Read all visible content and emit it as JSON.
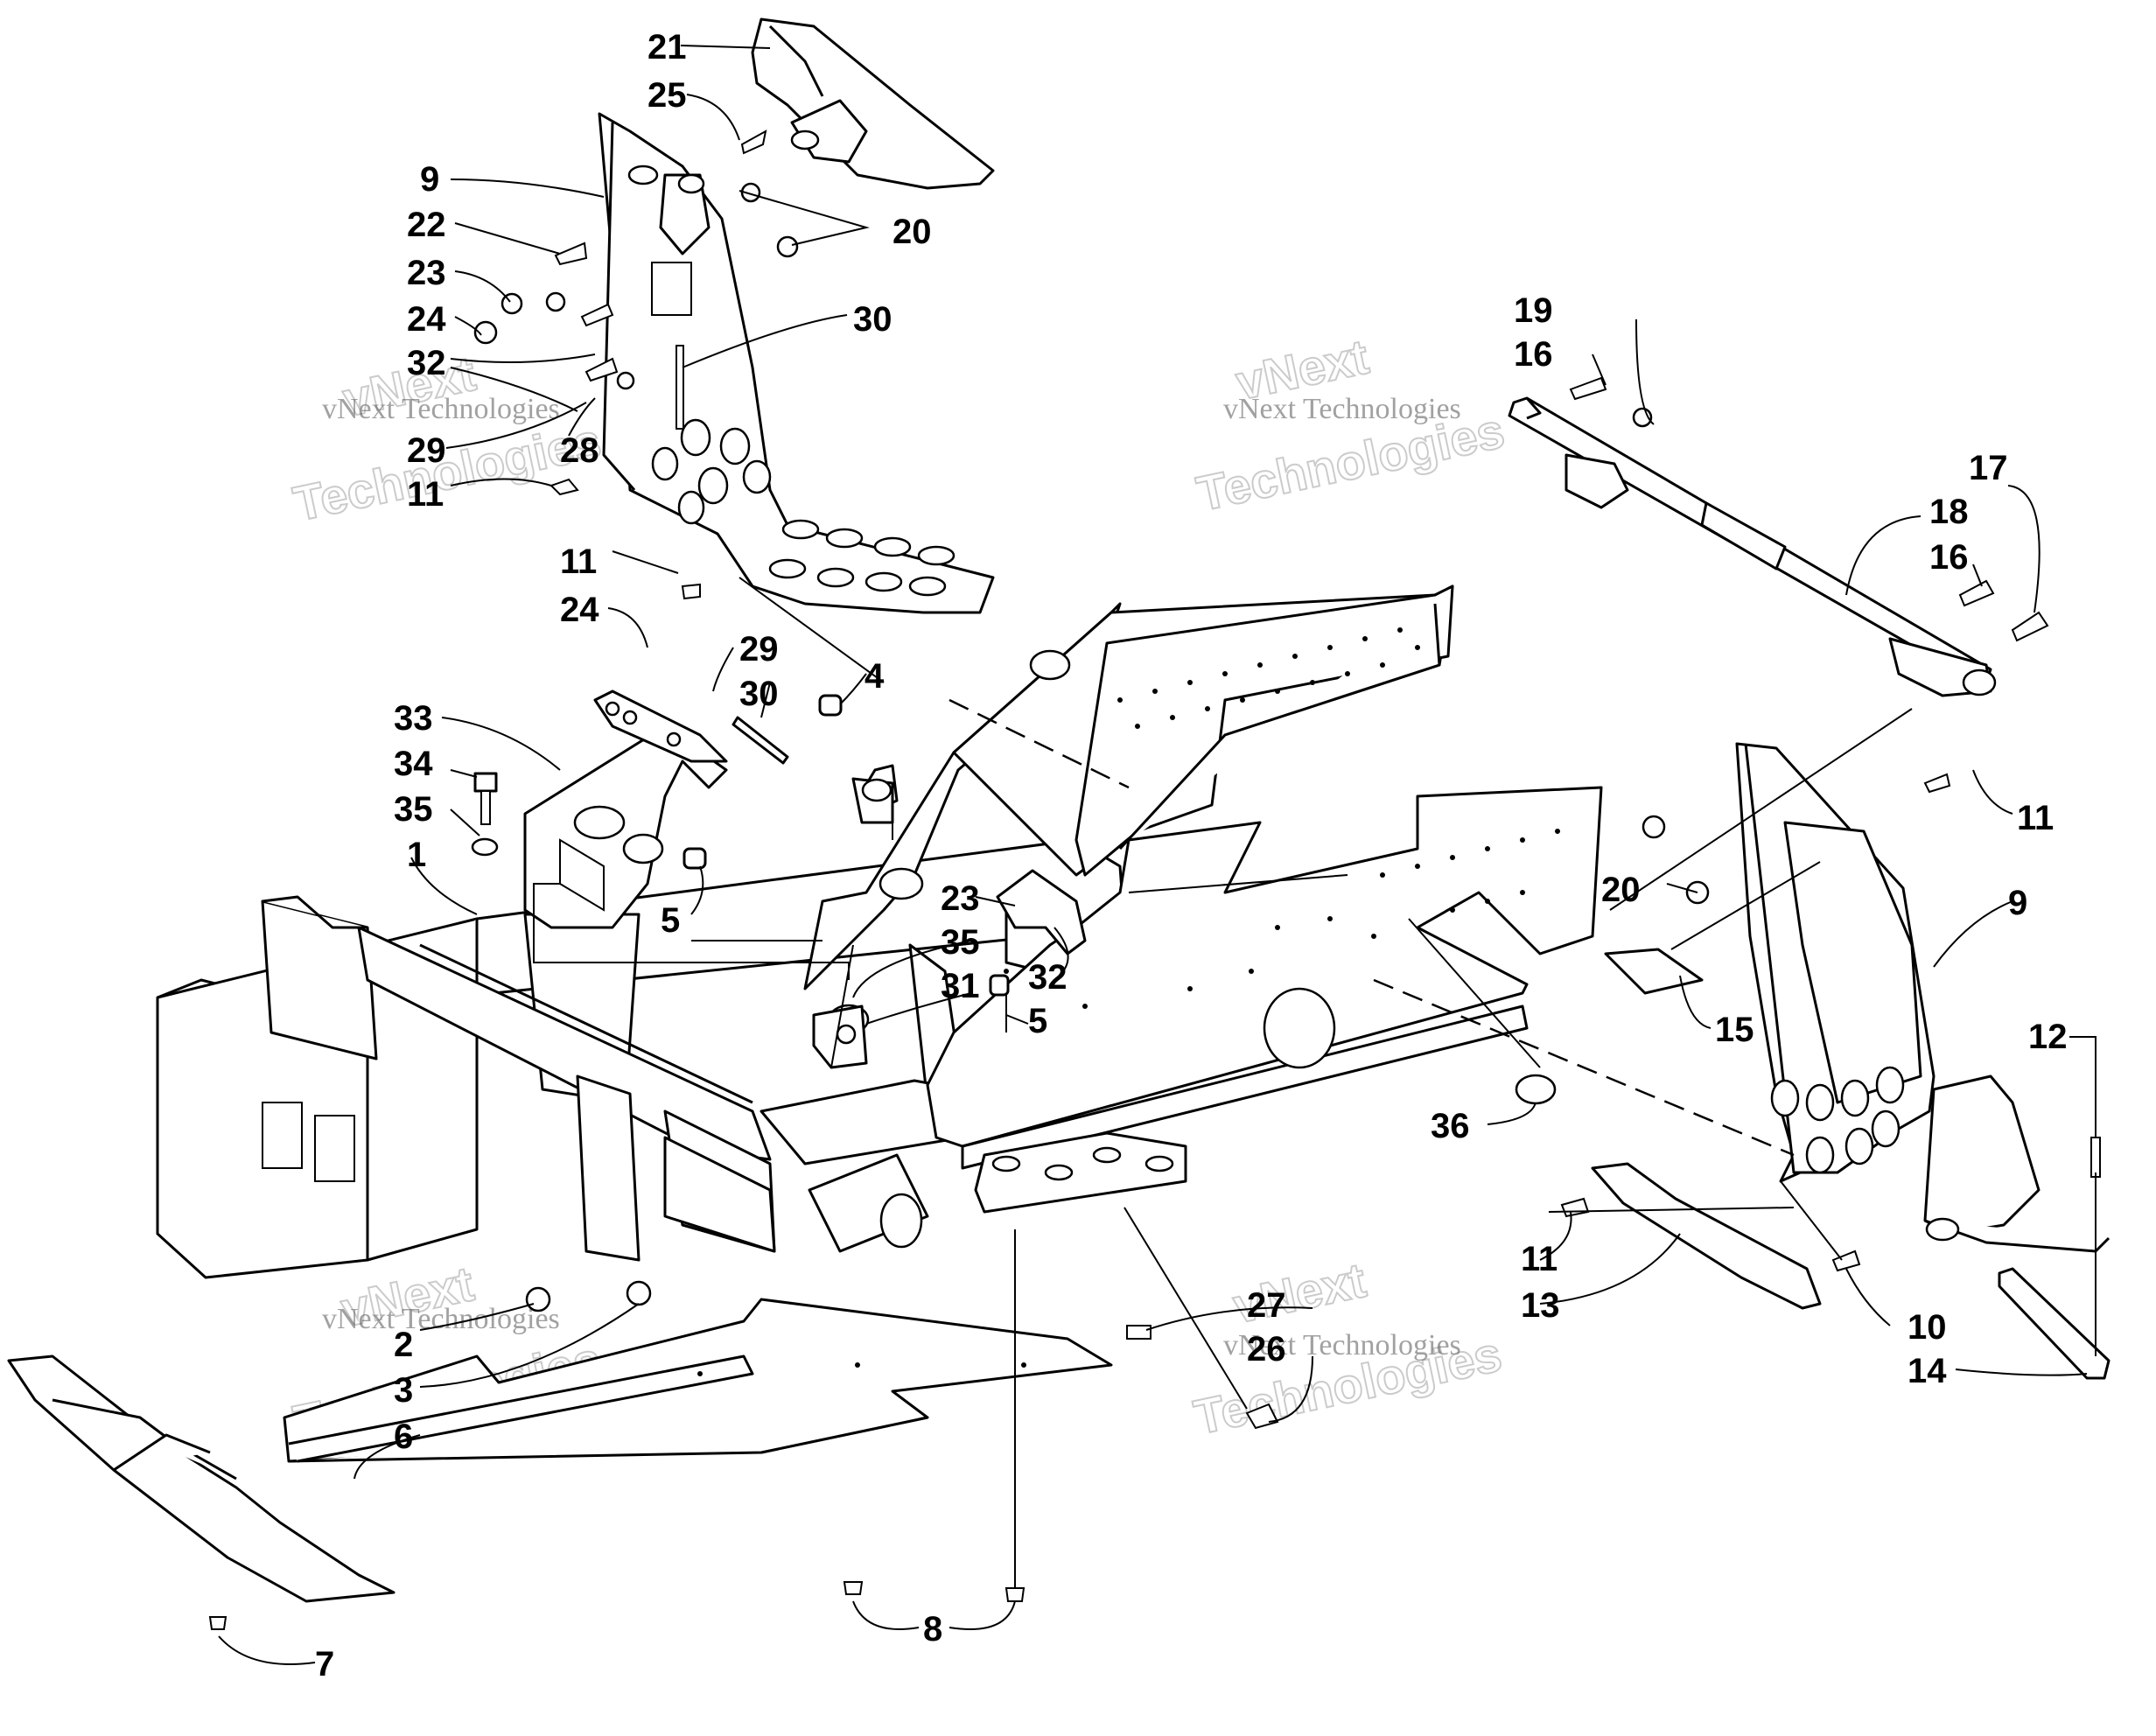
{
  "diagram": {
    "callouts": [
      {
        "id": "c21",
        "text": "21"
      },
      {
        "id": "c25",
        "text": "25"
      },
      {
        "id": "c9a",
        "text": "9"
      },
      {
        "id": "c22",
        "text": "22"
      },
      {
        "id": "c20a",
        "text": "20"
      },
      {
        "id": "c23a",
        "text": "23"
      },
      {
        "id": "c24a",
        "text": "24"
      },
      {
        "id": "c32a",
        "text": "32"
      },
      {
        "id": "c30a",
        "text": "30"
      },
      {
        "id": "c29a",
        "text": "29"
      },
      {
        "id": "c28",
        "text": "28"
      },
      {
        "id": "c11a",
        "text": "11"
      },
      {
        "id": "c11b",
        "text": "11"
      },
      {
        "id": "c24b",
        "text": "24"
      },
      {
        "id": "c29b",
        "text": "29"
      },
      {
        "id": "c30b",
        "text": "30"
      },
      {
        "id": "c4",
        "text": "4"
      },
      {
        "id": "c33",
        "text": "33"
      },
      {
        "id": "c34",
        "text": "34"
      },
      {
        "id": "c35a",
        "text": "35"
      },
      {
        "id": "c1",
        "text": "1"
      },
      {
        "id": "c5a",
        "text": "5"
      },
      {
        "id": "c23b",
        "text": "23"
      },
      {
        "id": "c35b",
        "text": "35"
      },
      {
        "id": "c31",
        "text": "31"
      },
      {
        "id": "c32b",
        "text": "32"
      },
      {
        "id": "c5b",
        "text": "5"
      },
      {
        "id": "c19",
        "text": "19"
      },
      {
        "id": "c16a",
        "text": "16"
      },
      {
        "id": "c17",
        "text": "17"
      },
      {
        "id": "c18",
        "text": "18"
      },
      {
        "id": "c16b",
        "text": "16"
      },
      {
        "id": "c11c",
        "text": "11"
      },
      {
        "id": "c20b",
        "text": "20"
      },
      {
        "id": "c9b",
        "text": "9"
      },
      {
        "id": "c15",
        "text": "15"
      },
      {
        "id": "c36",
        "text": "36"
      },
      {
        "id": "c12",
        "text": "12"
      },
      {
        "id": "c11d",
        "text": "11"
      },
      {
        "id": "c13",
        "text": "13"
      },
      {
        "id": "c10",
        "text": "10"
      },
      {
        "id": "c14",
        "text": "14"
      },
      {
        "id": "c27",
        "text": "27"
      },
      {
        "id": "c26",
        "text": "26"
      },
      {
        "id": "c2",
        "text": "2"
      },
      {
        "id": "c3",
        "text": "3"
      },
      {
        "id": "c6",
        "text": "6"
      },
      {
        "id": "c7",
        "text": "7"
      },
      {
        "id": "c8",
        "text": "8"
      }
    ]
  },
  "watermark": {
    "company": "vNext Technologies",
    "line1": "vNext",
    "line2": "Technologies"
  }
}
